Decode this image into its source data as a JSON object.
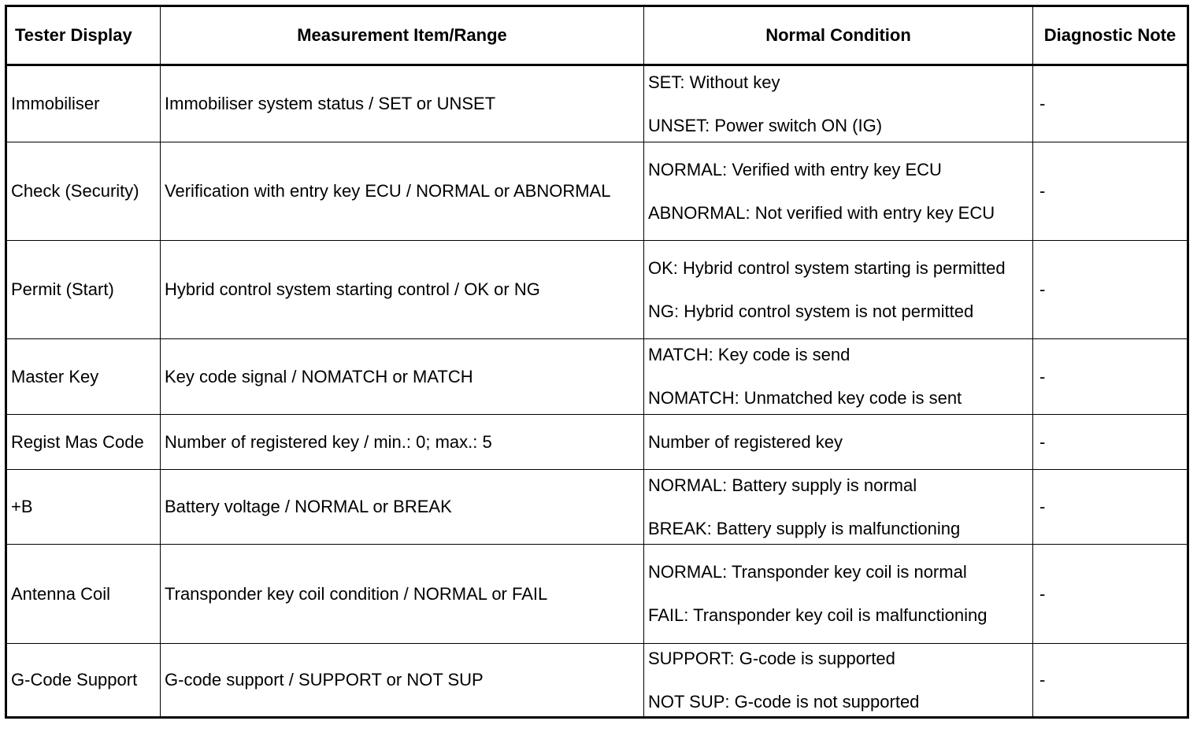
{
  "table": {
    "headers": {
      "tester_display": "Tester Display",
      "measurement": "Measurement Item/Range",
      "normal_condition": "Normal Condition",
      "diagnostic_note": "Diagnostic Note"
    },
    "rows": [
      {
        "tester_display": "Immobiliser",
        "measurement": "Immobiliser system status / SET or UNSET",
        "conditions": [
          "SET: Without key",
          "UNSET: Power switch ON (IG)"
        ],
        "note": "-"
      },
      {
        "tester_display": "Check (Security)",
        "measurement": "Verification with entry key ECU / NORMAL or ABNORMAL",
        "conditions": [
          "NORMAL: Verified with entry key ECU",
          "ABNORMAL: Not verified with entry key ECU"
        ],
        "note": "-"
      },
      {
        "tester_display": "Permit (Start)",
        "measurement": "Hybrid control system starting control / OK or NG",
        "conditions": [
          "OK: Hybrid control system starting is permitted",
          "NG: Hybrid control system is not permitted"
        ],
        "note": "-"
      },
      {
        "tester_display": "Master Key",
        "measurement": "Key code signal / NOMATCH or MATCH",
        "conditions": [
          "MATCH: Key code is send",
          "NOMATCH: Unmatched key code is sent"
        ],
        "note": "-"
      },
      {
        "tester_display": "Regist Mas Code",
        "measurement": "Number of registered key / min.: 0; max.: 5",
        "conditions": [
          "Number of registered key"
        ],
        "note": "-"
      },
      {
        "tester_display": "+B",
        "measurement": "Battery voltage / NORMAL or BREAK",
        "conditions": [
          "NORMAL: Battery supply is normal",
          "BREAK: Battery supply is malfunctioning"
        ],
        "note": "-"
      },
      {
        "tester_display": "Antenna Coil",
        "measurement": "Transponder key coil condition / NORMAL or FAIL",
        "conditions": [
          "NORMAL: Transponder key coil is normal",
          "FAIL: Transponder key coil is malfunctioning"
        ],
        "note": "-"
      },
      {
        "tester_display": "G-Code Support",
        "measurement": "G-code support / SUPPORT or NOT SUP",
        "conditions": [
          "SUPPORT: G-code is supported",
          "NOT SUP: G-code is not supported"
        ],
        "note": "-"
      }
    ]
  }
}
